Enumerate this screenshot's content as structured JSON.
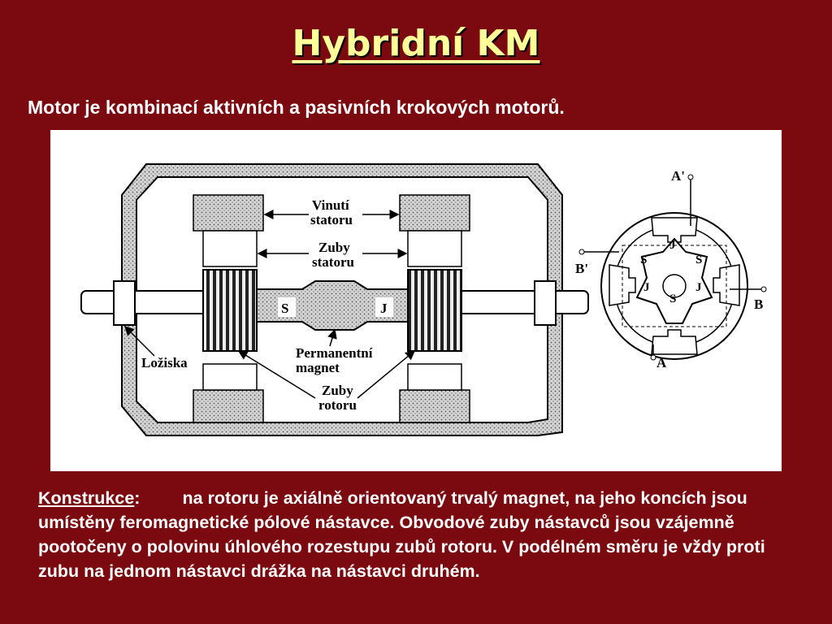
{
  "slide": {
    "title": "Hybridní KM",
    "subtitle": "Motor je kombinací aktivních a pasivních krokových motorů."
  },
  "diagram": {
    "labels": {
      "stator_winding": [
        "Vinutí",
        "statoru"
      ],
      "stator_teeth": [
        "Zuby",
        "statoru"
      ],
      "permanent_magnet": [
        "Permanentní",
        "magnet"
      ],
      "rotor_teeth": [
        "Zuby",
        "rotoru"
      ],
      "bearings": "Ložiska",
      "magnet_south": "S",
      "magnet_north": "J"
    },
    "cross_section": {
      "phase_a_prime": "A'",
      "phase_b_prime": "B'",
      "phase_b": "B",
      "phase_a": "A",
      "pole_j_top": "J",
      "pole_s_left": "S",
      "pole_s_right": "S",
      "pole_j_left": "J",
      "pole_j_right": "J",
      "pole_s_bottom": "S"
    }
  },
  "description": {
    "lead": "Konstrukce",
    "colon": ":",
    "text": "na rotoru je axiálně orientovaný trvalý magnet, na jeho koncích jsou umístěny feromagnetické pólové nástavce. Obvodové zuby nástavců jsou vzájemně pootočeny o polovinu úhlového rozestupu zubů rotoru. V podélném směru je vždy proti zubu na jednom nástavci drážka na nástavci druhém."
  }
}
